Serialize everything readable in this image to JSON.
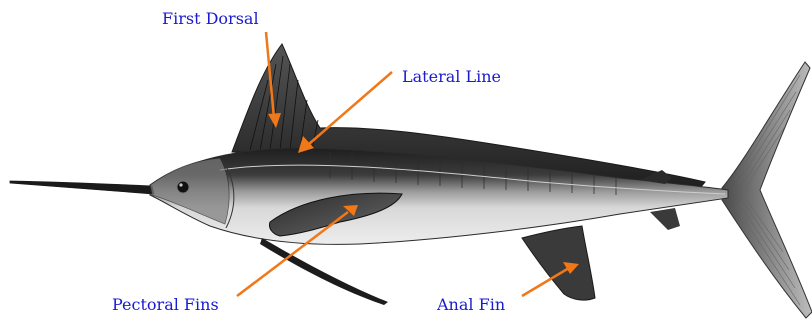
{
  "colors": {
    "label_text": "#1a1ad0",
    "arrow": "#f07818",
    "fish_dark": "#222222",
    "fish_mid": "#8a8a8a",
    "fish_light": "#e4e4e4"
  },
  "labels": {
    "first_dorsal": "First Dorsal",
    "lateral_line": "Lateral Line",
    "pectoral_fins": "Pectoral Fins",
    "anal_fin": "Anal Fin"
  },
  "illustration": {
    "subject": "marlin",
    "icon": "marlin-illustration"
  }
}
